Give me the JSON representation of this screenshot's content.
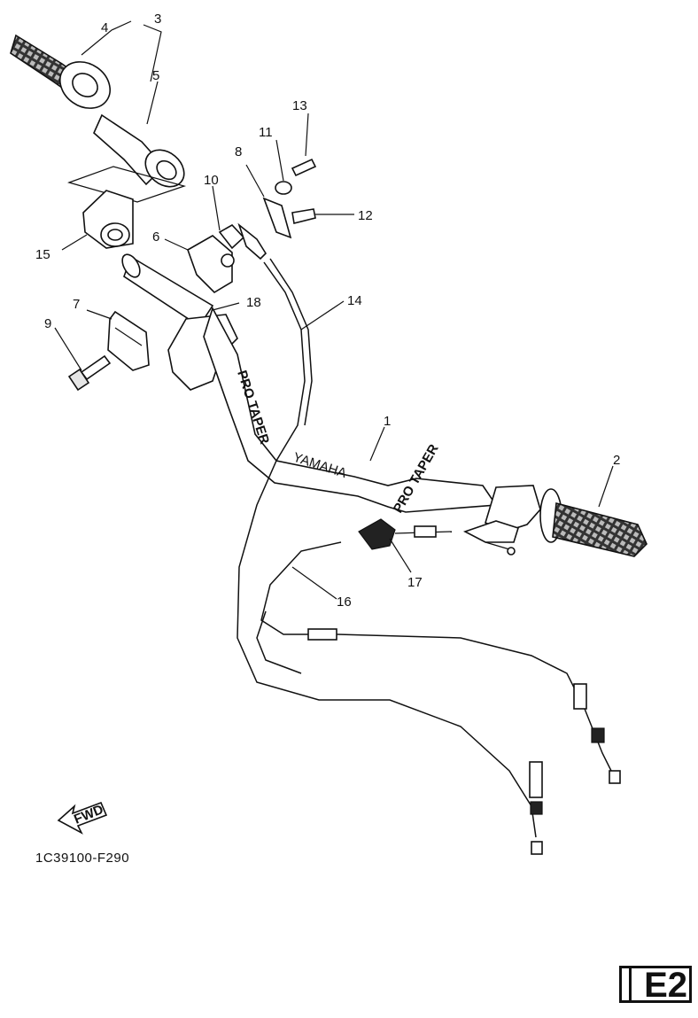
{
  "diagram_code": "1C39100-F290",
  "page_badge": "E2",
  "fwd_arrow_text": "FWD",
  "bar_labels": {
    "yamaha": "YAMAHA",
    "protaper_left": "PRO TAPER",
    "protaper_right": "PRO TAPER"
  },
  "callouts": [
    "1",
    "2",
    "3",
    "4",
    "5",
    "6",
    "7",
    "8",
    "9",
    "10",
    "11",
    "12",
    "13",
    "14",
    "15",
    "16",
    "17",
    "18"
  ]
}
